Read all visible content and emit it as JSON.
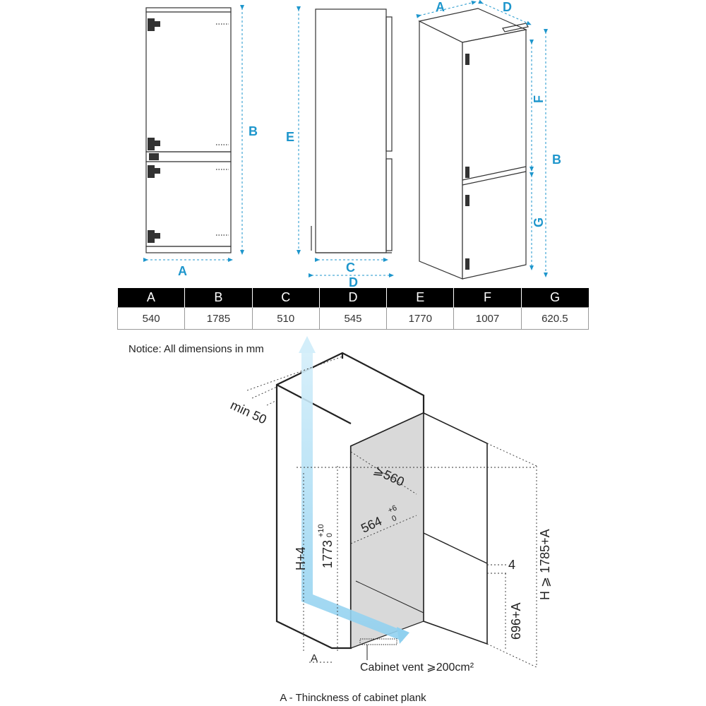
{
  "dimension_labels": {
    "front": {
      "a": "A",
      "b": "B"
    },
    "side": {
      "e": "E",
      "c": "C",
      "d": "D"
    },
    "iso": {
      "a": "A",
      "d": "D",
      "f": "F",
      "b": "B",
      "g": "G"
    }
  },
  "table": {
    "headers": [
      "A",
      "B",
      "C",
      "D",
      "E",
      "F",
      "G"
    ],
    "values": [
      "540",
      "1785",
      "510",
      "545",
      "1770",
      "1007",
      "620.5"
    ]
  },
  "notice": "Notice: All dimensions in mm",
  "install": {
    "min_gap": "min 50",
    "width_min": "⩾560",
    "width_nominal": "564",
    "width_tol_top": "+6",
    "width_tol_bottom": "0",
    "height_nominal": "1773",
    "height_tol_top": "+10",
    "height_tol_bottom": "0",
    "h_plus": "H+4",
    "gap_4": "4",
    "lower_door": "696+A",
    "total_h": "H ⩾ 1785+A",
    "plank_a": "A",
    "vent": "Cabinet vent  ⩾200cm²"
  },
  "footnote": "A - Thinckness of cabinet plank",
  "colors": {
    "accent": "#1e96cc",
    "airflow": "#a9d9f0",
    "cavity": "#d9d9d9"
  }
}
